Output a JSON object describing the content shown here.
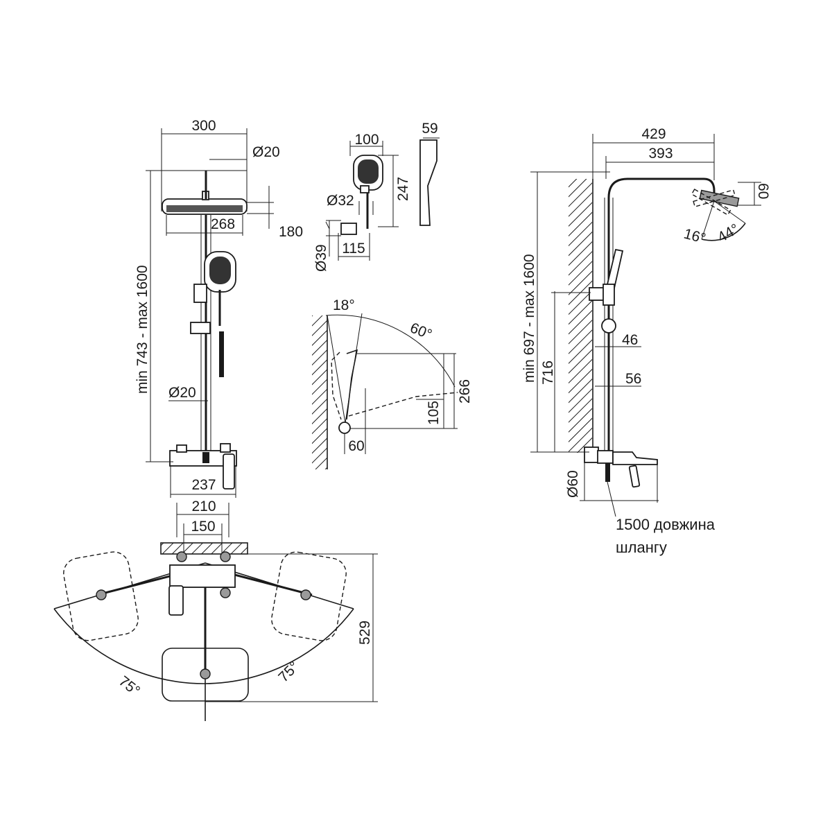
{
  "diagram": {
    "front_view": {
      "head_width": "300",
      "pipe_diameter_top": "Ø20",
      "head_inner_width": "268",
      "head_offset": "180",
      "height_range": "min 743 - max 1600",
      "pipe_diameter": "Ø20",
      "mixer_width": "237",
      "mount_width": "210",
      "center_distance": "150"
    },
    "hand_shower": {
      "width": "100",
      "length": "247",
      "handle_diameter": "Ø32",
      "holder_diameter": "Ø39",
      "holder_width": "115",
      "profile_depth": "59"
    },
    "holder_tilt": {
      "angle_small": "18°",
      "angle_large": "60°",
      "height_max": "266",
      "height_min": "105",
      "offset": "60"
    },
    "side_view": {
      "overall_reach": "429",
      "arm_reach": "393",
      "head_depth": "60",
      "tilt_down": "16°",
      "tilt_up": "44°",
      "height_range": "min 697 - max 1600",
      "holder_height": "716",
      "pipe_offset_1": "46",
      "pipe_offset_2": "56",
      "escutcheon_diameter": "Ø60",
      "hose_note_line1": "1500 довжина",
      "hose_note_line2": "шлангу"
    },
    "top_view": {
      "depth": "529",
      "angle_left": "75°",
      "angle_right": "75°"
    }
  }
}
